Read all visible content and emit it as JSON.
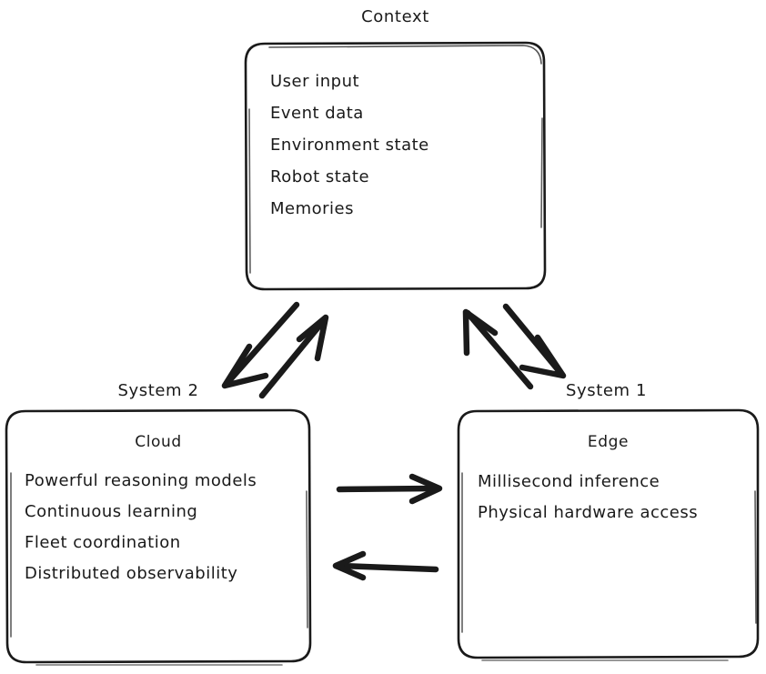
{
  "diagram": {
    "title_visible": false,
    "background_color": "#ffffff",
    "stroke_color": "#1a1a1a",
    "nodes": {
      "context": {
        "label": "Context",
        "items": [
          "User input",
          "Event data",
          "Environment state",
          "Robot state",
          "Memories"
        ]
      },
      "system2": {
        "label": "System 2",
        "title": "Cloud",
        "items": [
          "Powerful reasoning models",
          "Continuous learning",
          "Fleet coordination",
          "Distributed observability"
        ]
      },
      "system1": {
        "label": "System 1",
        "title": "Edge",
        "items": [
          "Millisecond inference",
          "Physical hardware access"
        ]
      }
    },
    "edges": [
      {
        "name": "context-to-cloud",
        "from": "context",
        "to": "system2",
        "direction": "down-left",
        "label": ""
      },
      {
        "name": "cloud-to-context",
        "from": "system2",
        "to": "context",
        "direction": "up-right",
        "label": ""
      },
      {
        "name": "edge-to-context",
        "from": "system1",
        "to": "context",
        "direction": "up-left",
        "label": ""
      },
      {
        "name": "context-to-edge",
        "from": "context",
        "to": "system1",
        "direction": "down-right",
        "label": ""
      },
      {
        "name": "cloud-to-edge",
        "from": "system2",
        "to": "system1",
        "direction": "right",
        "label": ""
      },
      {
        "name": "edge-to-cloud",
        "from": "system1",
        "to": "system2",
        "direction": "left",
        "label": ""
      }
    ]
  }
}
